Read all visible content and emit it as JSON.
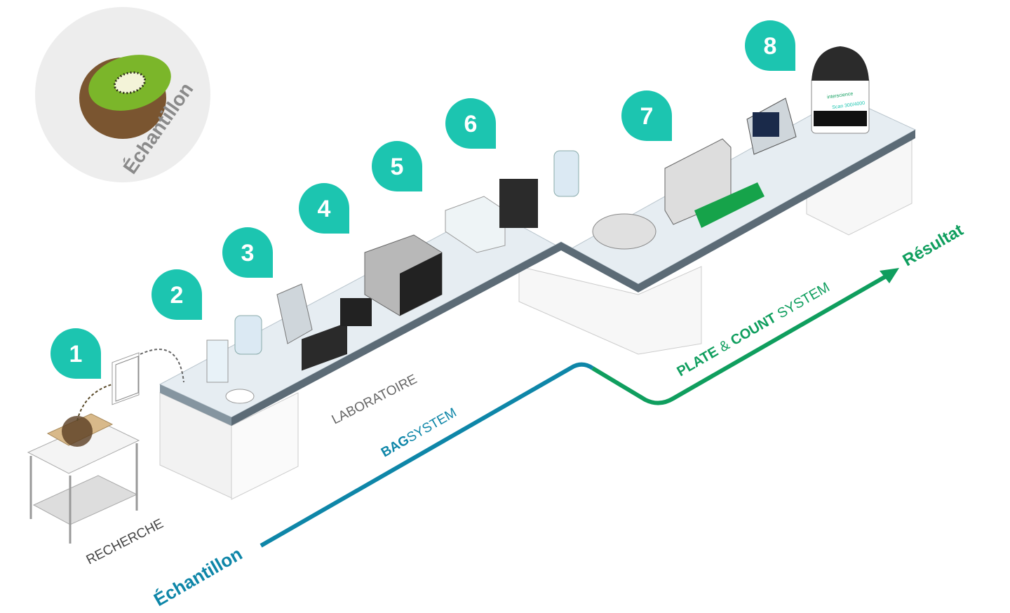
{
  "sample_badge": {
    "label": "Échantillon"
  },
  "steps": [
    "1",
    "2",
    "3",
    "4",
    "5",
    "6",
    "7",
    "8"
  ],
  "zones": {
    "research": "RECHERCHE",
    "lab": "LABORATOIRE"
  },
  "flow": {
    "start": "Échantillon",
    "bag_bold": "BAG",
    "bag_light": "SYSTEM",
    "plate_bold1": "PLATE",
    "plate_amp": "&",
    "plate_bold2": "COUNT",
    "plate_light": "SYSTEM",
    "end": "Résultat"
  },
  "device_labels": {
    "brand": "interscience",
    "scanner": "Scan 300/4000"
  },
  "colors": {
    "step_marker": "#1cc5b0",
    "bag_line": "#0e86a8",
    "plate_line": "#0f9e5e",
    "bench_top": "#e6edf2",
    "bench_edge": "#5c6b76"
  }
}
